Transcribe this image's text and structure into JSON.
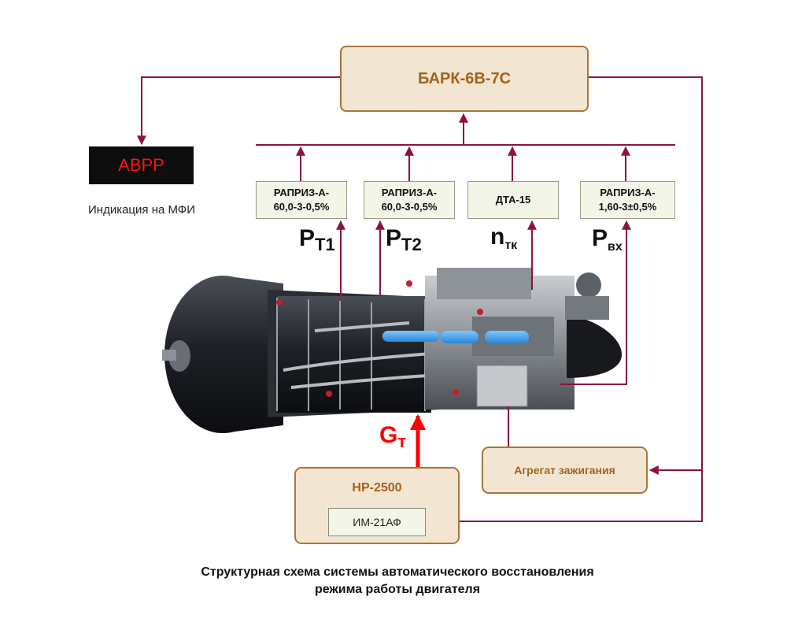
{
  "controller": {
    "label": "БАРК-6В-7С"
  },
  "indicator": {
    "label": "АВРР",
    "caption": "Индикация на МФИ"
  },
  "sensors": [
    {
      "line1": "РАПРИЗ-А-",
      "line2": "60,0-3-0,5%"
    },
    {
      "line1": "РАПРИЗ-А-",
      "line2": "60,0-3-0,5%"
    },
    {
      "line1": "ДТА-15",
      "line2": ""
    },
    {
      "line1": "РАПРИЗ-А-",
      "line2": "1,60-3±0,5%"
    }
  ],
  "parameters": [
    {
      "main": "P",
      "sub": "T1"
    },
    {
      "main": "P",
      "sub": "T2"
    },
    {
      "main": "n",
      "sub": "тк"
    },
    {
      "main": "P",
      "sub": "вх"
    }
  ],
  "fuel_flow": {
    "main": "G",
    "sub": "т"
  },
  "fuel_regulator": {
    "label": "НР-2500",
    "actuator": "ИМ-21АФ"
  },
  "ignition": {
    "label": "Агрегат зажигания"
  },
  "caption": {
    "line1": "Структурная схема системы автоматического восстановления",
    "line2": "режима работы двигателя"
  },
  "colors": {
    "link": "#8b1538",
    "fuel": "#ff0000",
    "box_fill": "#f2e6d3",
    "box_border": "#a7763a"
  }
}
